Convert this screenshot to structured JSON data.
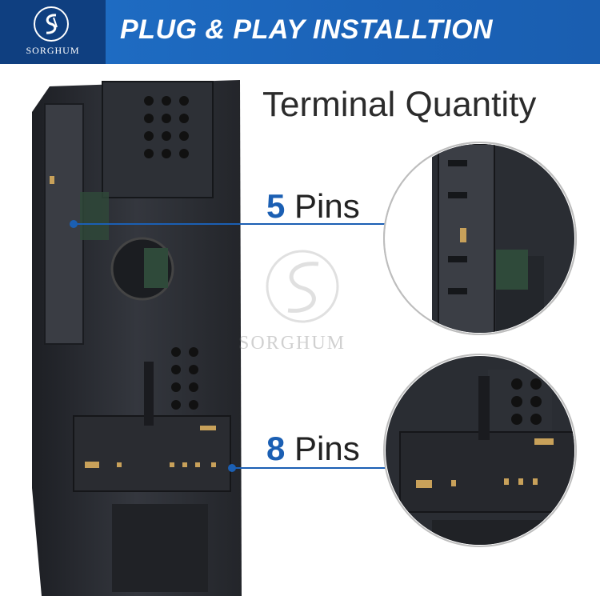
{
  "header": {
    "brand": "SORGHUM",
    "title": "PLUG & PLAY INSTALLTION"
  },
  "content": {
    "section_title": "Terminal Quantity",
    "callouts": [
      {
        "number": "5",
        "unit": "Pins"
      },
      {
        "number": "8",
        "unit": "Pins"
      }
    ],
    "watermark": "SORGHUM"
  },
  "colors": {
    "header_bg": "#1d67bd",
    "logo_bg": "#0f3f80",
    "accent_blue": "#1b5fb3",
    "device_dark": "#2a2d33"
  }
}
